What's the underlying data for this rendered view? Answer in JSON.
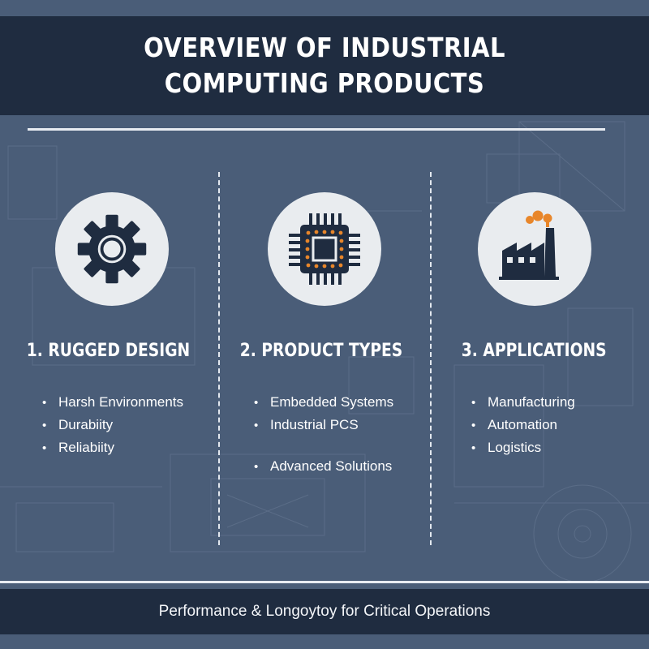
{
  "title": "Overview of Industrial Computing Products",
  "columns": [
    {
      "icon": "gear-icon",
      "heading": "1. Rugged Design",
      "items": [
        "Harsh Environments",
        "Durabiity",
        "Reliabiity"
      ]
    },
    {
      "icon": "chip-icon",
      "heading": "2. Product Types",
      "items": [
        "Embedded Systems",
        "Industrial PCS",
        "Advanced Solutions"
      ]
    },
    {
      "icon": "factory-icon",
      "heading": "3. Applications",
      "items": [
        "Manufacturing",
        "Automation",
        "Logistics"
      ]
    }
  ],
  "footer": "Performance & Longoytoy for Critical Operations",
  "colors": {
    "background": "#4a5d78",
    "banner": "#1f2c40",
    "icon_dark": "#1f2c40",
    "accent_orange": "#e8862a",
    "circle": "#e9ecef"
  }
}
